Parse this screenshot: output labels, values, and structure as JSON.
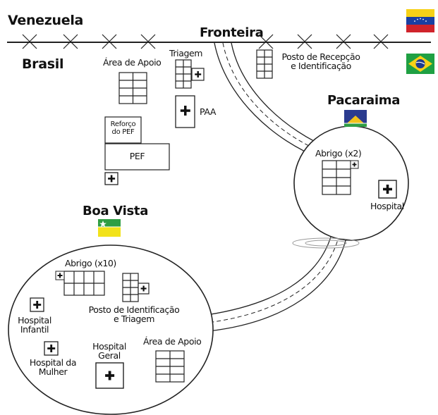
{
  "countries": {
    "north": "Venezuela",
    "south": "Brasil"
  },
  "border_label": "Fronteira",
  "cities": {
    "pacaraima": "Pacaraima",
    "boa_vista": "Boa Vista"
  },
  "border_facilities": {
    "support_area": "Área de Apoio",
    "triage": "Triagem",
    "paa": "PAA",
    "pef_reinforcement_line1": "Reforço",
    "pef_reinforcement_line2": "do PEF",
    "pef": "PEF",
    "reception_line1": "Posto de Recepção",
    "reception_line2": "e Identificação"
  },
  "pacaraima_facilities": {
    "shelter": "Abrigo (x2)",
    "hospital": "Hospital"
  },
  "boa_vista_facilities": {
    "shelter": "Abrigo (x10)",
    "id_post_line1": "Posto de Identificação",
    "id_post_line2": "e Triagem",
    "child_hospital_line1": "Hospital",
    "child_hospital_line2": "Infantil",
    "women_hospital_line1": "Hospital da",
    "women_hospital_line2": "Mulher",
    "general_hospital_line1": "Hospital",
    "general_hospital_line2": "Geral",
    "support_area": "Área de Apoio"
  },
  "flags": {
    "venezuela": {
      "icon": "venezuela-flag-icon",
      "colors": [
        "#f7d117",
        "#1a3fa3",
        "#d0232b"
      ]
    },
    "brazil": {
      "icon": "brazil-flag-icon",
      "colors": [
        "#1fa043",
        "#f7d117",
        "#1d3a8f"
      ]
    },
    "roraima": {
      "icon": "roraima-flag-icon",
      "colors": [
        "#2a3b8f",
        "#f2c21a",
        "#2f9e44"
      ]
    },
    "boa_vista": {
      "icon": "boa-vista-flag-icon",
      "colors": [
        "#2f9e44",
        "#f2e21a"
      ]
    }
  }
}
